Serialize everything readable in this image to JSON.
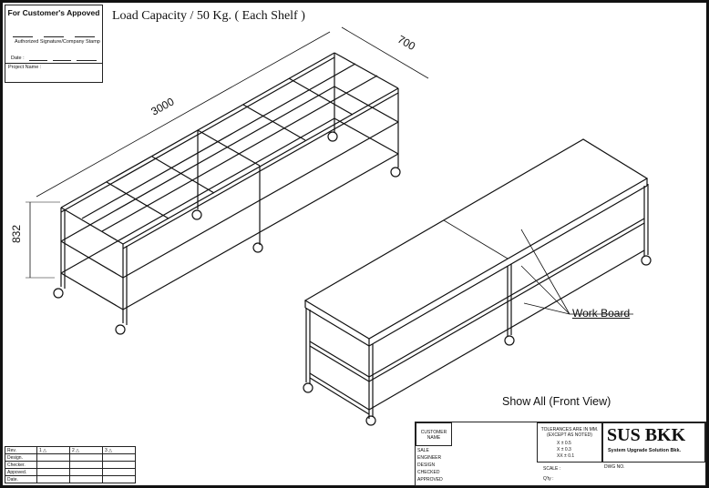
{
  "approval": {
    "title": "For Customer's  Appoved",
    "signature_label": "Authorized Signature/Company Stamp",
    "date_label": "Date :",
    "project_label": "Project Name :"
  },
  "load_capacity": "Load Capacity / 50 Kg. ( Each Shelf )",
  "dimensions": {
    "length": "3000",
    "depth": "700",
    "height": "832"
  },
  "work_board_label": "Work Board",
  "view_label": "Show All (Front View)",
  "revision_table": {
    "rows": [
      "Rev.",
      "Design.",
      "Checker.",
      "Appoved.",
      "Date."
    ],
    "marks": [
      "1",
      "2",
      "3"
    ]
  },
  "title_block": {
    "customer_name": "CUSTOMER NAME",
    "rows": [
      "SALE",
      "ENGINEER",
      "DESIGN",
      "CHECKED",
      "APPROVED"
    ],
    "tolerance_title": "TOLERANCES ARE IN MM. (EXCEPT AS NOTED)",
    "tolerances": [
      "X   ± 0.5",
      "X   ± 0.3",
      "XX  ± 0.1"
    ],
    "scale_label": "SCALE :",
    "qty_label": "Q'ty :",
    "dwg_label": "DWG NO.",
    "company": "SUS BKK",
    "company_sub": "System Upgrade Solution Bkk."
  }
}
